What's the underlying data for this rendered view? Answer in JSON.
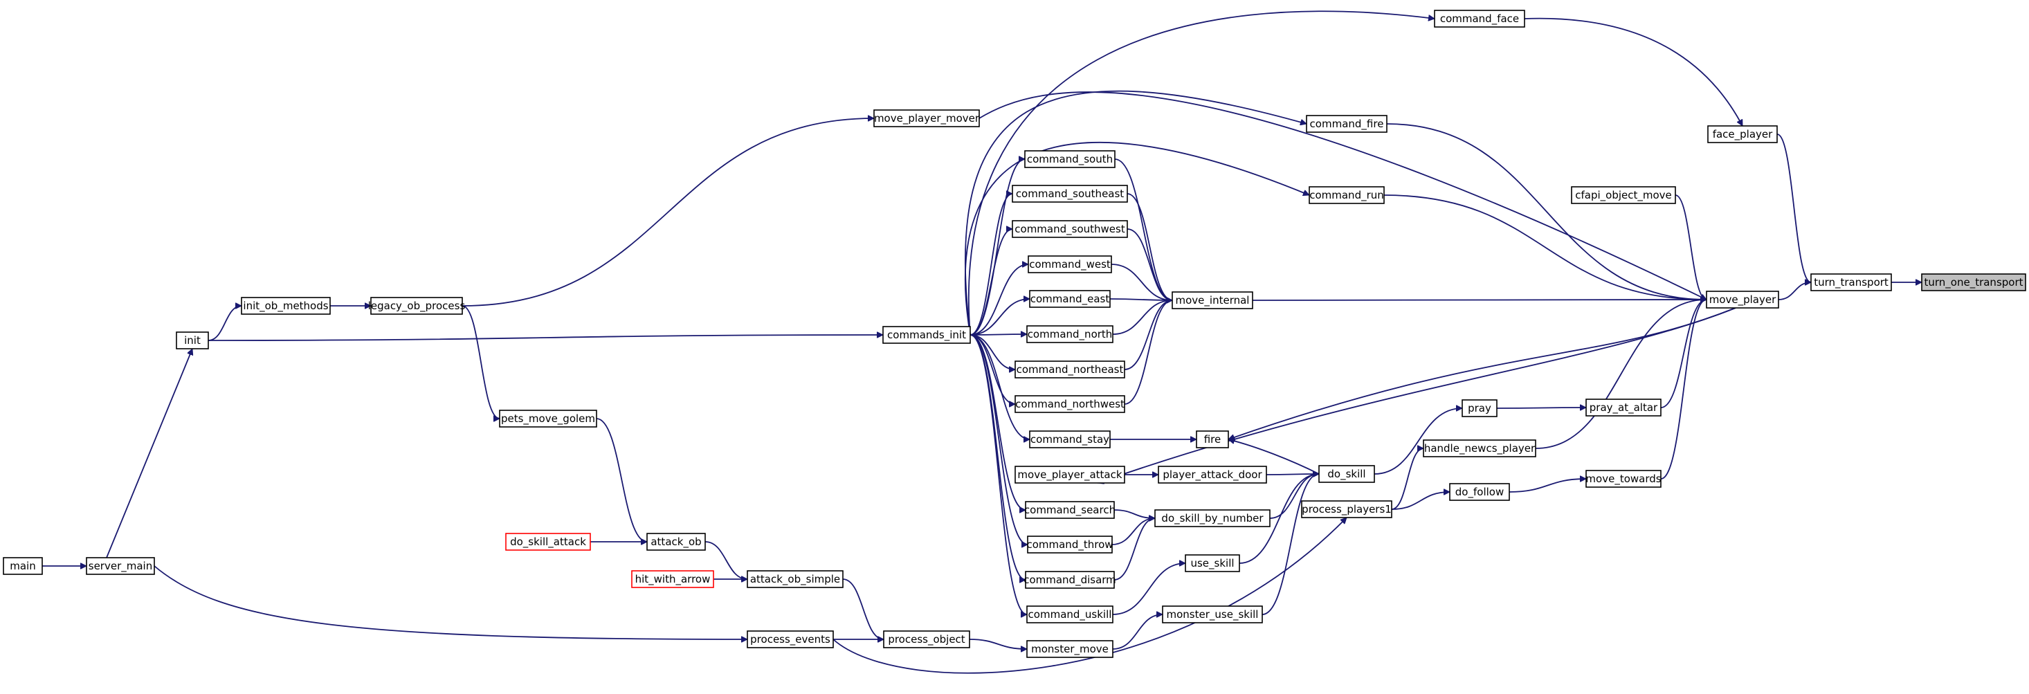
{
  "colors": {
    "edge": "#191970",
    "node_border": "#000000",
    "node_border_red": "#ff0000",
    "focus_fill": "#bfbfbf",
    "background": "#ffffff"
  },
  "focus_node": "turn_one_transport",
  "nodes": [
    {
      "id": "turn_one_transport",
      "label": "turn_one_transport",
      "style": "focus"
    },
    {
      "id": "turn_transport",
      "label": "turn_transport"
    },
    {
      "id": "face_player",
      "label": "face_player"
    },
    {
      "id": "command_face",
      "label": "command_face"
    },
    {
      "id": "move_player",
      "label": "move_player"
    },
    {
      "id": "cfapi_object_move",
      "label": "cfapi_object_move"
    },
    {
      "id": "pray_at_altar",
      "label": "pray_at_altar"
    },
    {
      "id": "move_towards",
      "label": "move_towards"
    },
    {
      "id": "pray",
      "label": "pray"
    },
    {
      "id": "handle_newcs_player",
      "label": "handle_newcs_player"
    },
    {
      "id": "do_follow",
      "label": "do_follow"
    },
    {
      "id": "process_players1",
      "label": "process_players1"
    },
    {
      "id": "command_fire",
      "label": "command_fire"
    },
    {
      "id": "command_run",
      "label": "command_run"
    },
    {
      "id": "move_internal",
      "label": "move_internal"
    },
    {
      "id": "fire",
      "label": "fire"
    },
    {
      "id": "do_skill",
      "label": "do_skill"
    },
    {
      "id": "player_attack_door",
      "label": "player_attack_door"
    },
    {
      "id": "do_skill_by_number",
      "label": "do_skill_by_number"
    },
    {
      "id": "use_skill",
      "label": "use_skill"
    },
    {
      "id": "monster_use_skill",
      "label": "monster_use_skill"
    },
    {
      "id": "command_south",
      "label": "command_south"
    },
    {
      "id": "command_southeast",
      "label": "command_southeast"
    },
    {
      "id": "command_southwest",
      "label": "command_southwest"
    },
    {
      "id": "command_west",
      "label": "command_west"
    },
    {
      "id": "command_east",
      "label": "command_east"
    },
    {
      "id": "command_north",
      "label": "command_north"
    },
    {
      "id": "command_northeast",
      "label": "command_northeast"
    },
    {
      "id": "command_northwest",
      "label": "command_northwest"
    },
    {
      "id": "command_stay",
      "label": "command_stay"
    },
    {
      "id": "move_player_attack",
      "label": "move_player_attack"
    },
    {
      "id": "command_search",
      "label": "command_search"
    },
    {
      "id": "command_throw",
      "label": "command_throw"
    },
    {
      "id": "command_disarm",
      "label": "command_disarm"
    },
    {
      "id": "command_uskill",
      "label": "command_uskill"
    },
    {
      "id": "monster_move",
      "label": "monster_move"
    },
    {
      "id": "commands_init",
      "label": "commands_init"
    },
    {
      "id": "move_player_mover",
      "label": "move_player_mover"
    },
    {
      "id": "process_object",
      "label": "process_object"
    },
    {
      "id": "process_events",
      "label": "process_events"
    },
    {
      "id": "legacy_ob_process",
      "label": "legacy_ob_process"
    },
    {
      "id": "pets_move_golem",
      "label": "pets_move_golem"
    },
    {
      "id": "attack_ob",
      "label": "attack_ob"
    },
    {
      "id": "attack_ob_simple",
      "label": "attack_ob_simple"
    },
    {
      "id": "do_skill_attack",
      "label": "do_skill_attack",
      "style": "red"
    },
    {
      "id": "hit_with_arrow",
      "label": "hit_with_arrow",
      "style": "red"
    },
    {
      "id": "init_ob_methods",
      "label": "init_ob_methods"
    },
    {
      "id": "init",
      "label": "init"
    },
    {
      "id": "server_main",
      "label": "server_main"
    },
    {
      "id": "main",
      "label": "main"
    }
  ],
  "edges": [
    [
      "turn_transport",
      "turn_one_transport"
    ],
    [
      "face_player",
      "turn_transport"
    ],
    [
      "move_player",
      "turn_transport"
    ],
    [
      "command_face",
      "face_player"
    ],
    [
      "commands_init",
      "command_face"
    ],
    [
      "move_player_mover",
      "move_player"
    ],
    [
      "command_fire",
      "move_player"
    ],
    [
      "cfapi_object_move",
      "move_player"
    ],
    [
      "command_run",
      "move_player"
    ],
    [
      "move_internal",
      "move_player"
    ],
    [
      "move_player",
      "fire"
    ],
    [
      "move_player",
      "move_player_attack"
    ],
    [
      "pray_at_altar",
      "move_player"
    ],
    [
      "handle_newcs_player",
      "move_player"
    ],
    [
      "move_towards",
      "move_player"
    ],
    [
      "pray",
      "pray_at_altar"
    ],
    [
      "do_skill",
      "pray"
    ],
    [
      "do_follow",
      "move_towards"
    ],
    [
      "process_players1",
      "handle_newcs_player"
    ],
    [
      "process_players1",
      "do_follow"
    ],
    [
      "commands_init",
      "command_fire"
    ],
    [
      "commands_init",
      "command_run"
    ],
    [
      "command_south",
      "move_internal"
    ],
    [
      "command_southeast",
      "move_internal"
    ],
    [
      "command_southwest",
      "move_internal"
    ],
    [
      "command_west",
      "move_internal"
    ],
    [
      "command_east",
      "move_internal"
    ],
    [
      "command_north",
      "move_internal"
    ],
    [
      "command_northeast",
      "move_internal"
    ],
    [
      "command_northwest",
      "move_internal"
    ],
    [
      "command_stay",
      "fire"
    ],
    [
      "do_skill",
      "fire"
    ],
    [
      "player_attack_door",
      "do_skill"
    ],
    [
      "do_skill_by_number",
      "do_skill"
    ],
    [
      "use_skill",
      "do_skill"
    ],
    [
      "monster_use_skill",
      "do_skill"
    ],
    [
      "move_player_attack",
      "player_attack_door"
    ],
    [
      "command_search",
      "do_skill_by_number"
    ],
    [
      "command_throw",
      "do_skill_by_number"
    ],
    [
      "command_disarm",
      "do_skill_by_number"
    ],
    [
      "command_uskill",
      "use_skill"
    ],
    [
      "monster_move",
      "monster_use_skill"
    ],
    [
      "process_object",
      "monster_move"
    ],
    [
      "commands_init",
      "command_south"
    ],
    [
      "commands_init",
      "command_southeast"
    ],
    [
      "commands_init",
      "command_southwest"
    ],
    [
      "commands_init",
      "command_west"
    ],
    [
      "commands_init",
      "command_east"
    ],
    [
      "commands_init",
      "command_north"
    ],
    [
      "commands_init",
      "command_northeast"
    ],
    [
      "commands_init",
      "command_northwest"
    ],
    [
      "commands_init",
      "command_stay"
    ],
    [
      "commands_init",
      "command_search"
    ],
    [
      "commands_init",
      "command_throw"
    ],
    [
      "commands_init",
      "command_disarm"
    ],
    [
      "commands_init",
      "command_uskill"
    ],
    [
      "legacy_ob_process",
      "move_player_mover"
    ],
    [
      "legacy_ob_process",
      "pets_move_golem"
    ],
    [
      "pets_move_golem",
      "attack_ob"
    ],
    [
      "do_skill_attack",
      "attack_ob"
    ],
    [
      "attack_ob",
      "attack_ob_simple"
    ],
    [
      "hit_with_arrow",
      "attack_ob_simple"
    ],
    [
      "attack_ob_simple",
      "process_object"
    ],
    [
      "process_events",
      "process_object"
    ],
    [
      "process_events",
      "process_players1"
    ],
    [
      "init_ob_methods",
      "legacy_ob_process"
    ],
    [
      "init",
      "init_ob_methods"
    ],
    [
      "init",
      "commands_init"
    ],
    [
      "server_main",
      "init"
    ],
    [
      "server_main",
      "process_events"
    ],
    [
      "main",
      "server_main"
    ]
  ]
}
